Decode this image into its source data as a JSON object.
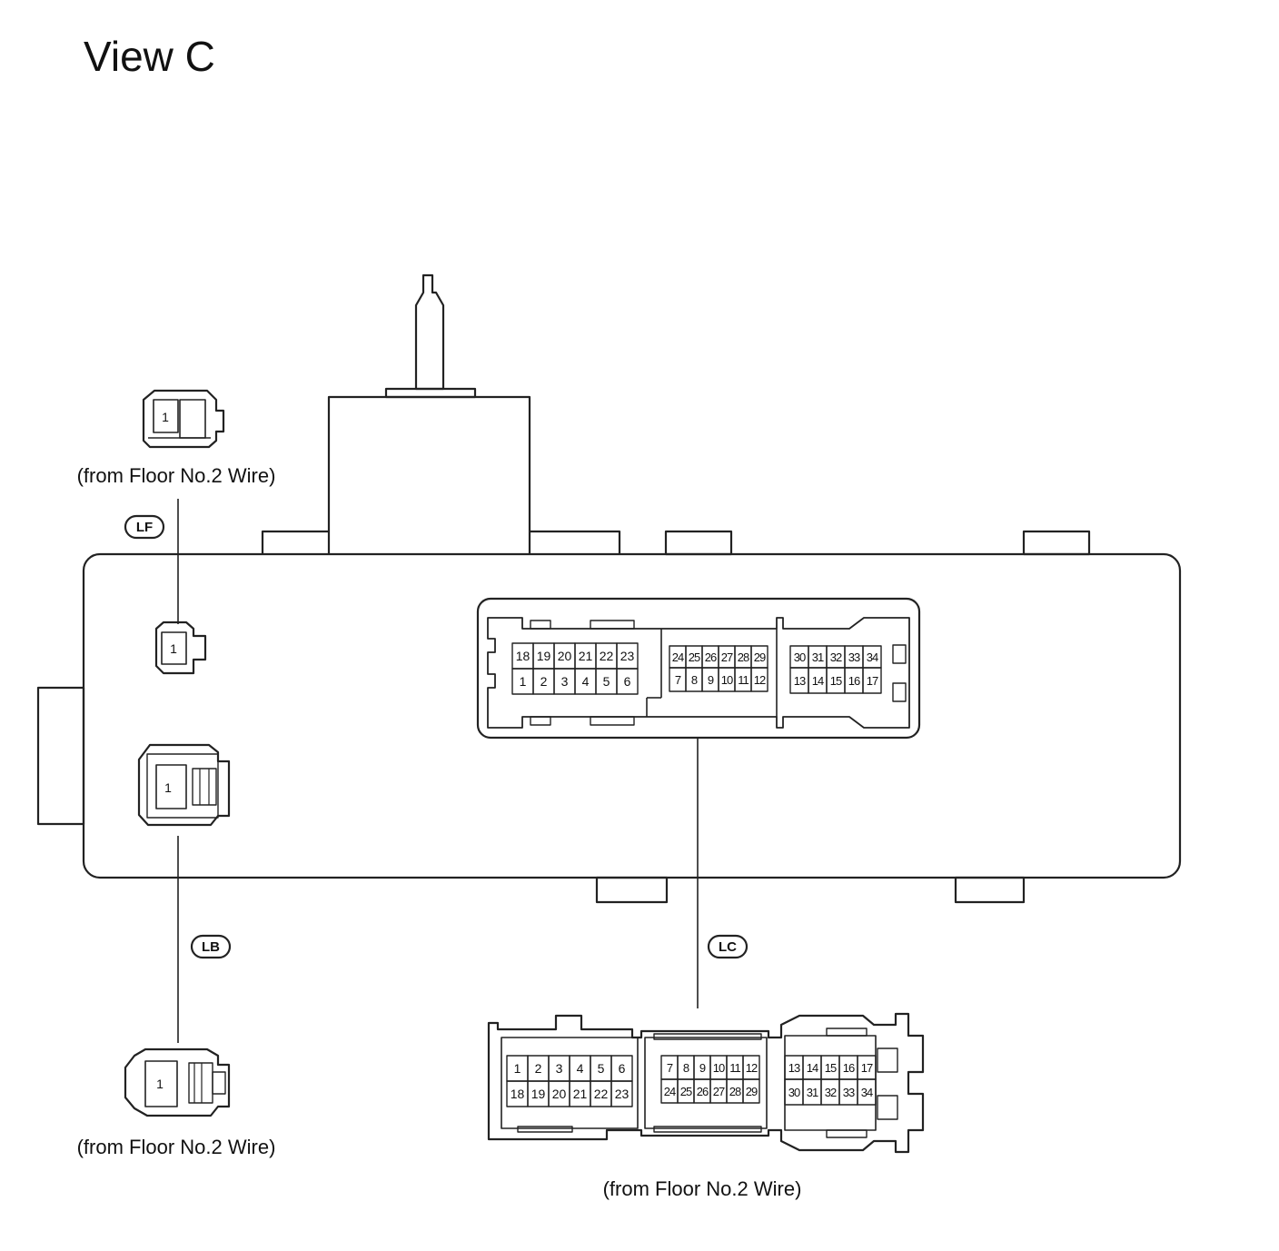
{
  "title": "View C",
  "captions": {
    "lf": "(from Floor No.2 Wire)",
    "lb": "(from Floor No.2 Wire)",
    "lc": "(from Floor No.2 Wire)"
  },
  "tags": {
    "lf": "LF",
    "lb": "LB",
    "lc": "LC"
  },
  "single_pin": "1",
  "lc_connector": {
    "left_top": [
      "18",
      "19",
      "20",
      "21",
      "22",
      "23"
    ],
    "left_bottom": [
      "1",
      "2",
      "3",
      "4",
      "5",
      "6"
    ],
    "mid_top": [
      "24",
      "25",
      "26",
      "27",
      "28",
      "29"
    ],
    "mid_bottom": [
      "7",
      "8",
      "9",
      "10",
      "11",
      "12"
    ],
    "right_top": [
      "30",
      "31",
      "32",
      "33",
      "34"
    ],
    "right_bottom": [
      "13",
      "14",
      "15",
      "16",
      "17"
    ]
  }
}
